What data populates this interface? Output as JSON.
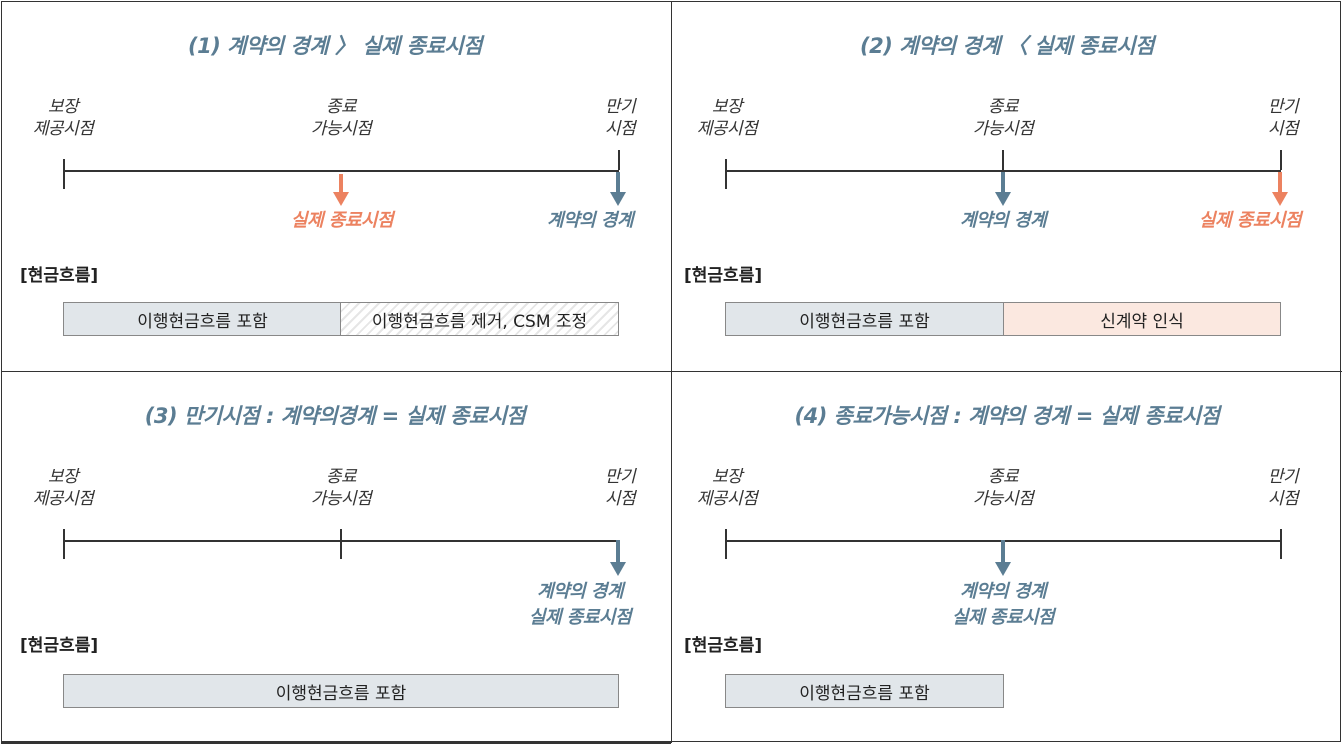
{
  "labels": {
    "start": "보장\n제공시점",
    "terminable": "종료\n가능시점",
    "maturity": "만기\n시점",
    "cashflow": "[현금흐름]"
  },
  "panels": [
    {
      "title": "(1) 계약의 경계 〉 실제 종료시점",
      "events": {
        "actual_end": "실제 종료시점",
        "boundary": "계약의 경계"
      },
      "bars": [
        "이행현금흐름 포함",
        "이행현금흐름 제거, CSM 조정"
      ]
    },
    {
      "title": "(2) 계약의 경계 〈 실제 종료시점",
      "events": {
        "boundary": "계약의 경계",
        "actual_end": "실제 종료시점"
      },
      "bars": [
        "이행현금흐름 포함",
        "신계약 인식"
      ]
    },
    {
      "title": "(3) 만기시점  : 계약의경계 = 실제 종료시점",
      "events": {
        "combined": "계약의 경계\n실제 종료시점"
      },
      "bars": [
        "이행현금흐름 포함"
      ]
    },
    {
      "title": "(4) 종료가능시점 : 계약의 경계 = 실제 종료시점",
      "events": {
        "combined": "계약의 경계\n실제 종료시점"
      },
      "bars": [
        "이행현금흐름 포함"
      ]
    }
  ],
  "colors": {
    "title": "#5b7d93",
    "actual_end": "#ec8260",
    "boundary": "#5b7d93",
    "included_bar": "#e1e6ea",
    "new_contract_bar": "#fbe8e0"
  }
}
